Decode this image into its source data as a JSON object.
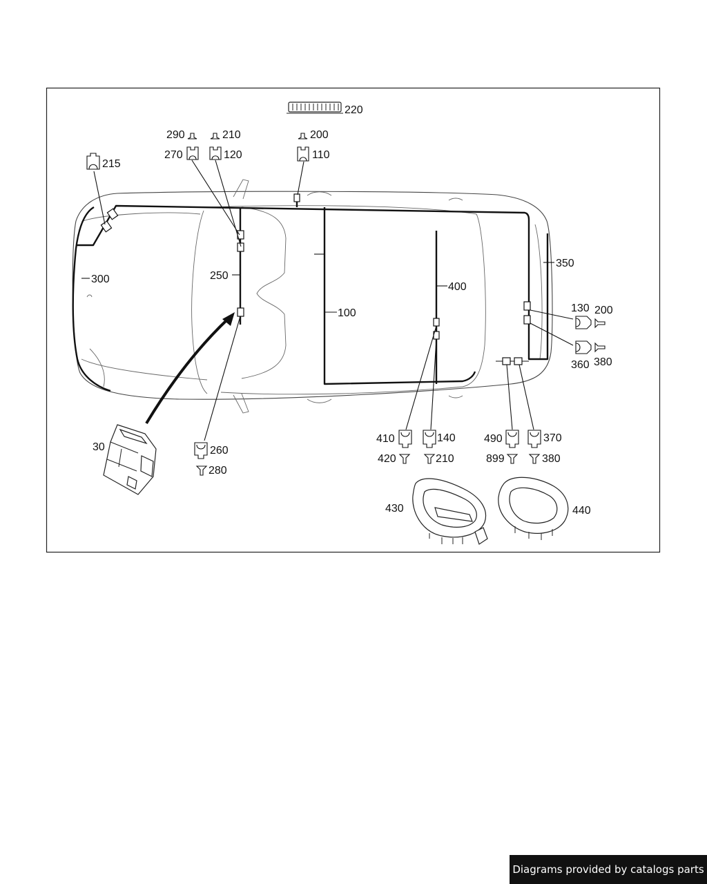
{
  "diagram": {
    "labels": {
      "l220": "220",
      "l290": "290",
      "l210a": "210",
      "l200a": "200",
      "l270": "270",
      "l120": "120",
      "l110": "110",
      "l215": "215",
      "l250": "250",
      "l300": "300",
      "l100": "100",
      "l400": "400",
      "l350": "350",
      "l130": "130",
      "l200b": "200",
      "l360": "360",
      "l380a": "380",
      "l30": "30",
      "l260": "260",
      "l280": "280",
      "l410": "410",
      "l140": "140",
      "l420": "420",
      "l210b": "210",
      "l490": "490",
      "l370": "370",
      "l899": "899",
      "l380b": "380",
      "l430": "430",
      "l440": "440"
    }
  },
  "footer": {
    "badge_text": "Diagrams provided by catalogs parts"
  },
  "colors": {
    "line": "#111111",
    "outline": "#444444",
    "badge_bg": "#111111",
    "badge_text": "#ffffff"
  }
}
